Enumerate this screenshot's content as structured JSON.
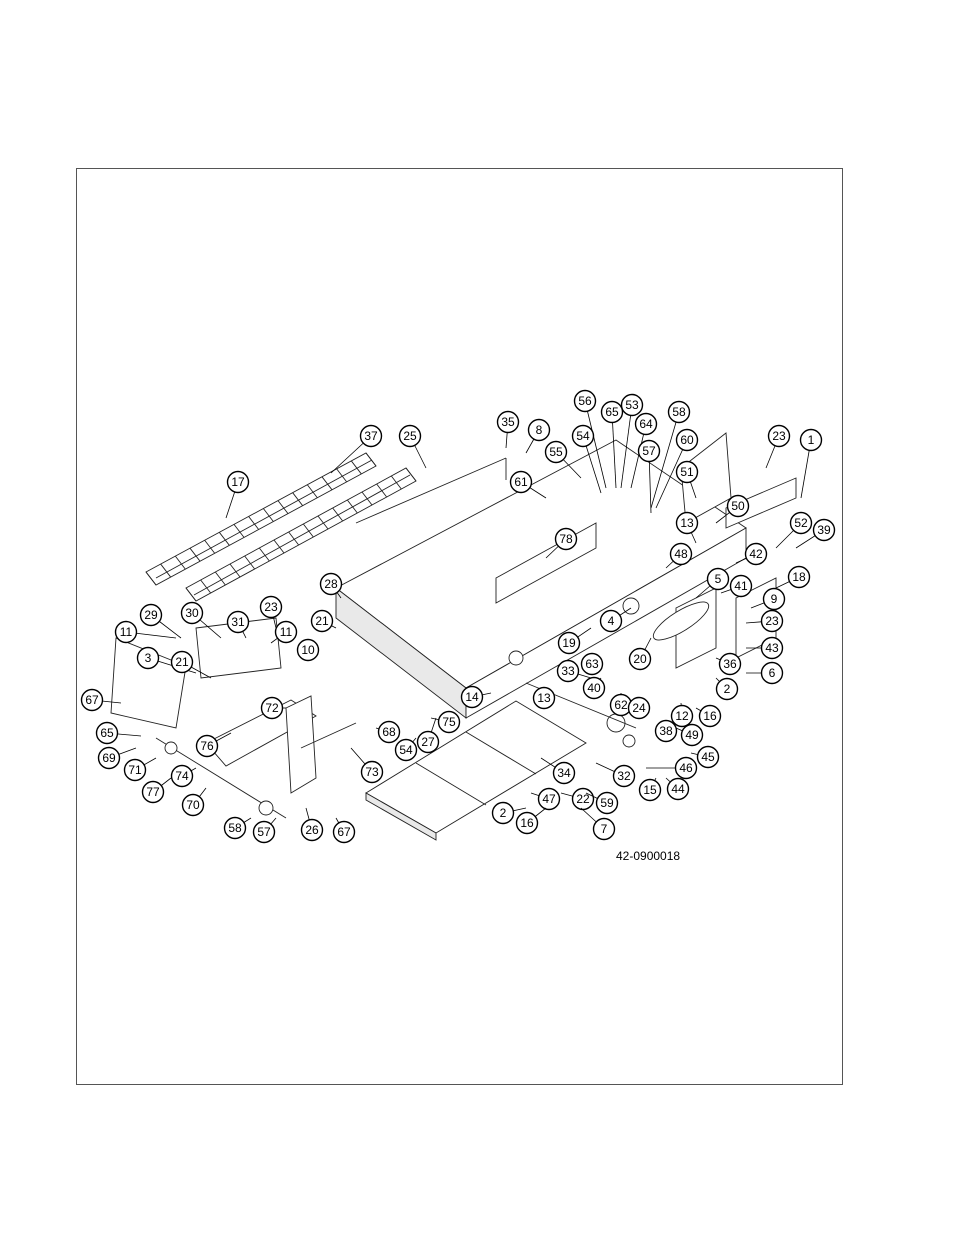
{
  "drawing": {
    "drawing_number": "42-0900018",
    "callouts": [
      "37",
      "25",
      "17",
      "35",
      "8",
      "56",
      "53",
      "65",
      "54",
      "64",
      "55",
      "58",
      "57",
      "60",
      "23",
      "1",
      "61",
      "51",
      "50",
      "13",
      "52",
      "39",
      "78",
      "48",
      "42",
      "18",
      "5",
      "41",
      "9",
      "28",
      "21",
      "10",
      "29",
      "30",
      "31",
      "23",
      "11",
      "11",
      "19",
      "4",
      "23",
      "43",
      "20",
      "63",
      "36",
      "6",
      "40",
      "2",
      "33",
      "3",
      "21",
      "67",
      "14",
      "13",
      "62",
      "24",
      "16",
      "12",
      "72",
      "65",
      "76",
      "75",
      "27",
      "68",
      "54",
      "38",
      "49",
      "45",
      "69",
      "71",
      "74",
      "73",
      "34",
      "32",
      "46",
      "15",
      "44",
      "77",
      "70",
      "2",
      "47",
      "22",
      "59",
      "58",
      "57",
      "26",
      "67",
      "16",
      "7"
    ],
    "colors": {
      "line": "#000000",
      "frame": "#555555",
      "background": "#ffffff"
    }
  }
}
